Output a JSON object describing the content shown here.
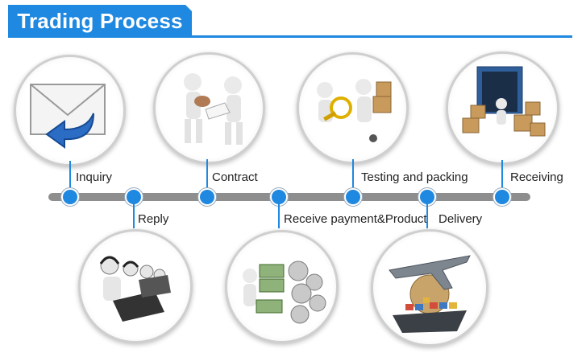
{
  "header": {
    "title": "Trading Process"
  },
  "steps": {
    "inquiry": "Inquiry",
    "contract": "Contract",
    "testing": "Testing and packing",
    "receiving": "Receiving",
    "reply": "Reply",
    "payment": "Receive payment&Product",
    "delivery": "Delivery"
  },
  "icons": {
    "inquiry": "envelope-reply-icon",
    "contract": "handshake-contract-icon",
    "testing": "magnifier-inspection-icon",
    "receiving": "container-boxes-icon",
    "reply": "call-center-icon",
    "payment": "money-gears-icon",
    "delivery": "plane-ship-globe-icon"
  },
  "colors": {
    "accent": "#1f88e0",
    "timeline": "#8e8e8e"
  }
}
